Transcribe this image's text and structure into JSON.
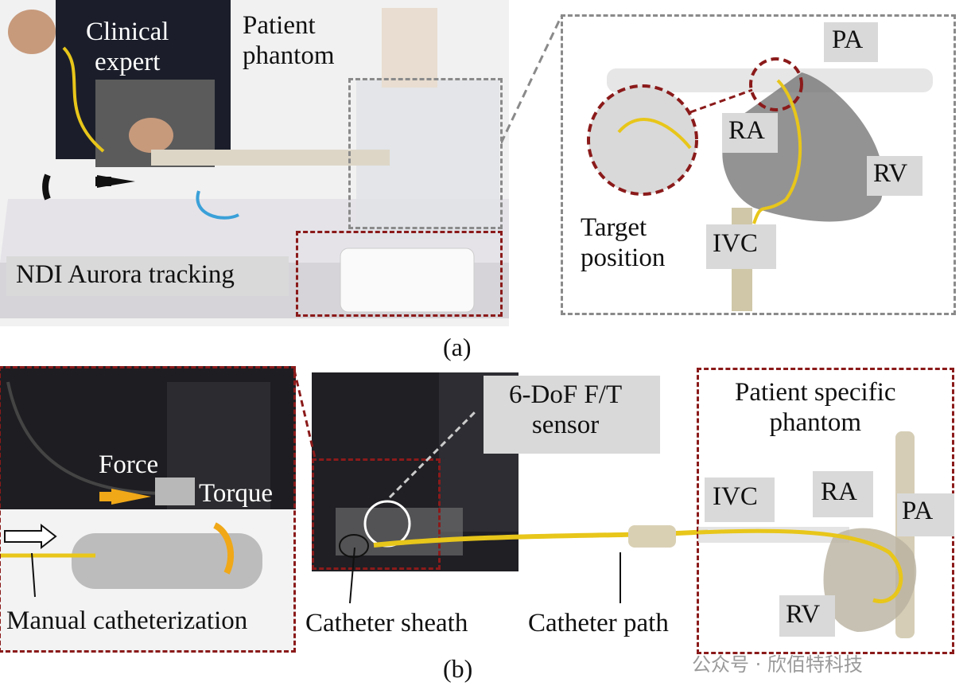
{
  "panel_a": {
    "caption": "(a)",
    "labels": {
      "clinical_expert": "Clinical\nexpert",
      "patient_phantom": "Patient\nphantom",
      "ndi": "NDI Aurora tracking",
      "target": "Target\nposition",
      "pa": "PA",
      "ra": "RA",
      "rv": "RV",
      "ivc": "IVC"
    }
  },
  "panel_b": {
    "caption": "(b)",
    "labels": {
      "force": "Force",
      "torque": "Torque",
      "sensor": "6-DoF F/T\nsensor",
      "phantom": "Patient specific\nphantom",
      "ivc": "IVC",
      "ra": "RA",
      "pa": "PA",
      "rv": "RV",
      "manual": "Manual catheterization",
      "sheath": "Catheter sheath",
      "path": "Catheter path"
    }
  },
  "watermark": "公众号 · 欣佰特科技",
  "colors": {
    "catheter": "#e8c61a",
    "red_dash": "#8b1a1a",
    "grey_dash": "#8a8a8a",
    "arrow_orange": "#f0a818"
  }
}
